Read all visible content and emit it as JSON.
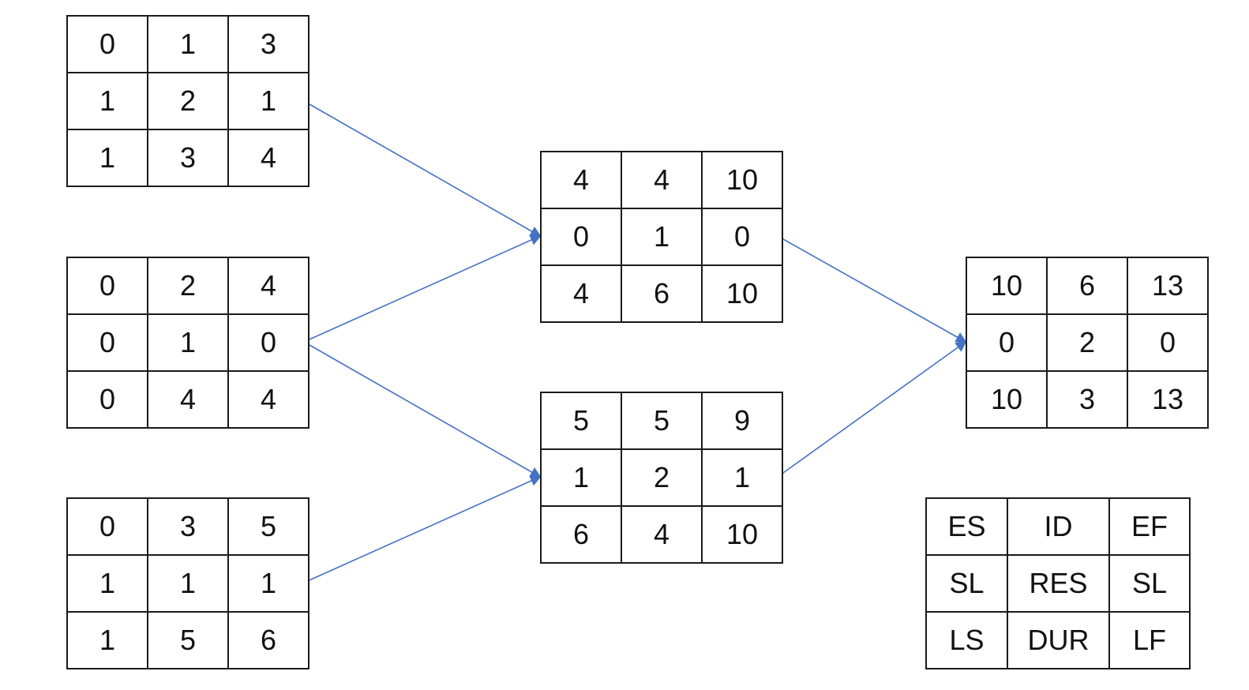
{
  "nodes": [
    {
      "id": "n1",
      "cells": [
        [
          "0",
          "1",
          "3"
        ],
        [
          "1",
          "2",
          "1"
        ],
        [
          "1",
          "3",
          "4"
        ]
      ]
    },
    {
      "id": "n2",
      "cells": [
        [
          "0",
          "2",
          "4"
        ],
        [
          "0",
          "1",
          "0"
        ],
        [
          "0",
          "4",
          "4"
        ]
      ]
    },
    {
      "id": "n3",
      "cells": [
        [
          "0",
          "3",
          "5"
        ],
        [
          "1",
          "1",
          "1"
        ],
        [
          "1",
          "5",
          "6"
        ]
      ]
    },
    {
      "id": "n4",
      "cells": [
        [
          "4",
          "4",
          "10"
        ],
        [
          "0",
          "1",
          "0"
        ],
        [
          "4",
          "6",
          "10"
        ]
      ]
    },
    {
      "id": "n5",
      "cells": [
        [
          "5",
          "5",
          "9"
        ],
        [
          "1",
          "2",
          "1"
        ],
        [
          "6",
          "4",
          "10"
        ]
      ]
    },
    {
      "id": "n6",
      "cells": [
        [
          "10",
          "6",
          "13"
        ],
        [
          "0",
          "2",
          "0"
        ],
        [
          "10",
          "3",
          "13"
        ]
      ]
    }
  ],
  "legend": {
    "cells": [
      [
        "ES",
        "ID",
        "EF"
      ],
      [
        "SL",
        "RES",
        "SL"
      ],
      [
        "LS",
        "DUR",
        "LF"
      ]
    ]
  },
  "edges": [
    {
      "from": "1",
      "to": "4"
    },
    {
      "from": "2",
      "to": "4"
    },
    {
      "from": "2",
      "to": "5"
    },
    {
      "from": "3",
      "to": "5"
    },
    {
      "from": "4",
      "to": "6"
    },
    {
      "from": "5",
      "to": "6"
    }
  ],
  "colors": {
    "arrow": "#4472c4",
    "border": "#1a1a1a",
    "text": "#111111"
  }
}
